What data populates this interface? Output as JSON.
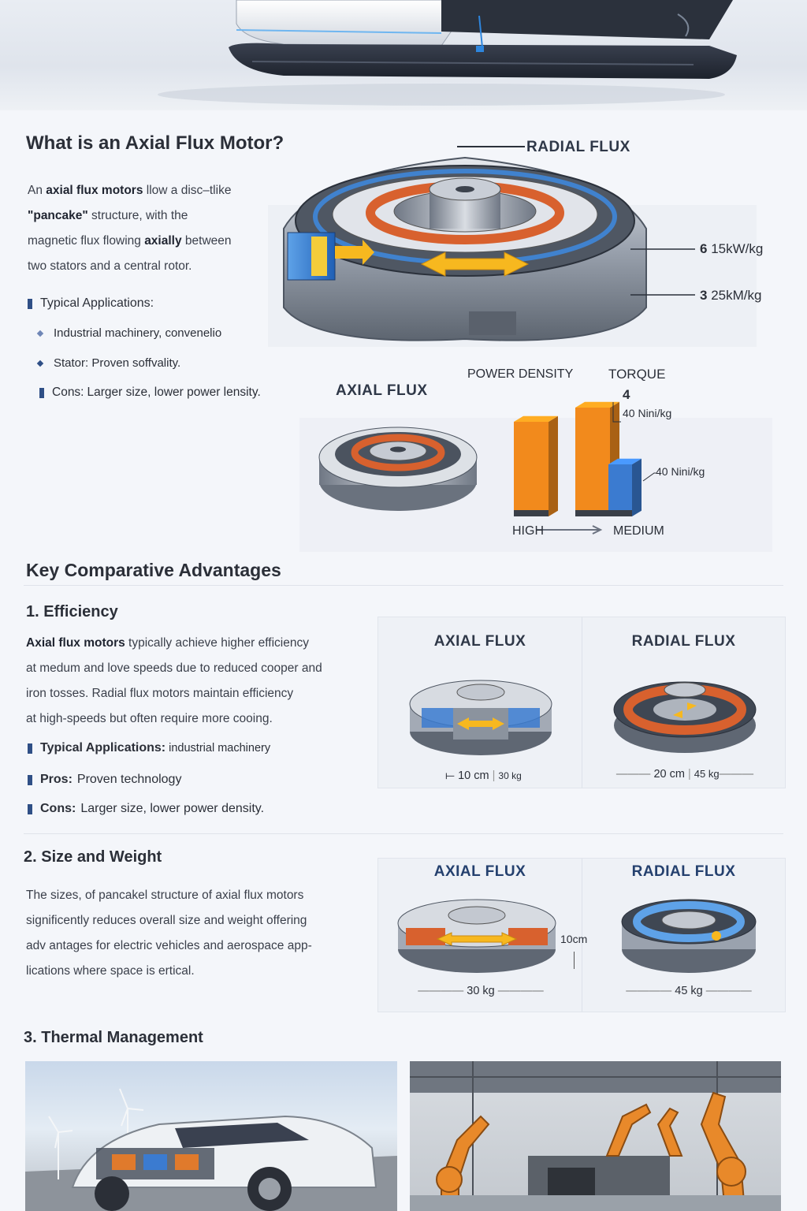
{
  "intro": {
    "title": "What is an Axial Flux Motor?",
    "para": [
      {
        "pre": "An ",
        "bold": "axial flux motors",
        "post": " llow a disc–tlike"
      },
      {
        "pre": "",
        "bold": "\"pancake\"",
        "post": " structure, with the"
      },
      {
        "pre": "magnetic flux flowing ",
        "bold": "axially",
        "post": " between"
      },
      {
        "pre": "two stators and a central rotor.",
        "bold": "",
        "post": ""
      }
    ],
    "apps_label": "Typical Applications:",
    "item1": "Industrial machinery, convenelio",
    "item2": "Stator: Proven soffvality.",
    "cons_label": "Cons:",
    "cons_text": "Larger size, lower power lensity."
  },
  "diagram": {
    "radial_label": "RADIAL FLUX",
    "axial_label": "AXIAL FLUX",
    "callout1_num": "6",
    "callout1_unit": "15kW/kg",
    "callout2_num": "3",
    "callout2_unit": "25kM/kg"
  },
  "chart_data": {
    "type": "bar",
    "categories": [
      "HIGH",
      "MEDIUM"
    ],
    "header_left": "POWER DENSITY",
    "header_right": "TORQUE",
    "torque_marker": "4",
    "annotations": [
      "40 Nini/kg",
      "40 Nini/kg"
    ],
    "series": [
      {
        "values": [
          4,
          4.6
        ]
      },
      {
        "values": [
          2.2
        ]
      }
    ]
  },
  "advantages": {
    "title": "Key Comparative Advantages",
    "efficiency": {
      "heading": "1. Efficiency",
      "lead_bold": "Axial flux motors",
      "lines": [
        " typically achieve higher efficiency",
        "at medum and love speeds due to reduced cooper and",
        "iron tosses. Radial flux motors maintain efficiency",
        "at high-speeds but often require more cooing."
      ],
      "apps_label": "Typical Applications:",
      "apps_text": "industrial machinery",
      "pros_label": "Pros:",
      "pros_text": "Proven technology",
      "cons_label": "Cons:",
      "cons_text": "Larger size, lower power density.",
      "panel": {
        "left_label": "AXIAL FLUX",
        "right_label": "RADIAL FLUX",
        "left_size": "10 cm",
        "left_weight": "30 kg",
        "right_size": "20 cm",
        "right_weight": "45 kg"
      }
    },
    "size": {
      "heading": "2. Size and Weight",
      "lines": [
        "The sizes, of pancakel structure of axial  flux  motors",
        "significently reduces overall size and weight offering",
        "adv antages for electric vehicles and aerospace app-",
        "lications where space is ertical."
      ],
      "panel": {
        "left_label": "AXIAL FLUX",
        "right_label": "RADIAL FLUX",
        "height": "10cm",
        "left_weight": "30 kg",
        "right_weight": "45 kg"
      }
    },
    "thermal": {
      "heading": "3. Thermal Management"
    }
  },
  "colors": {
    "accent_blue": "#2f4f86",
    "bar_orange": "#f28a1c",
    "bar_blue": "#3b7bd0",
    "copper": "#d8612e",
    "arrow_yellow": "#f7b81f"
  }
}
